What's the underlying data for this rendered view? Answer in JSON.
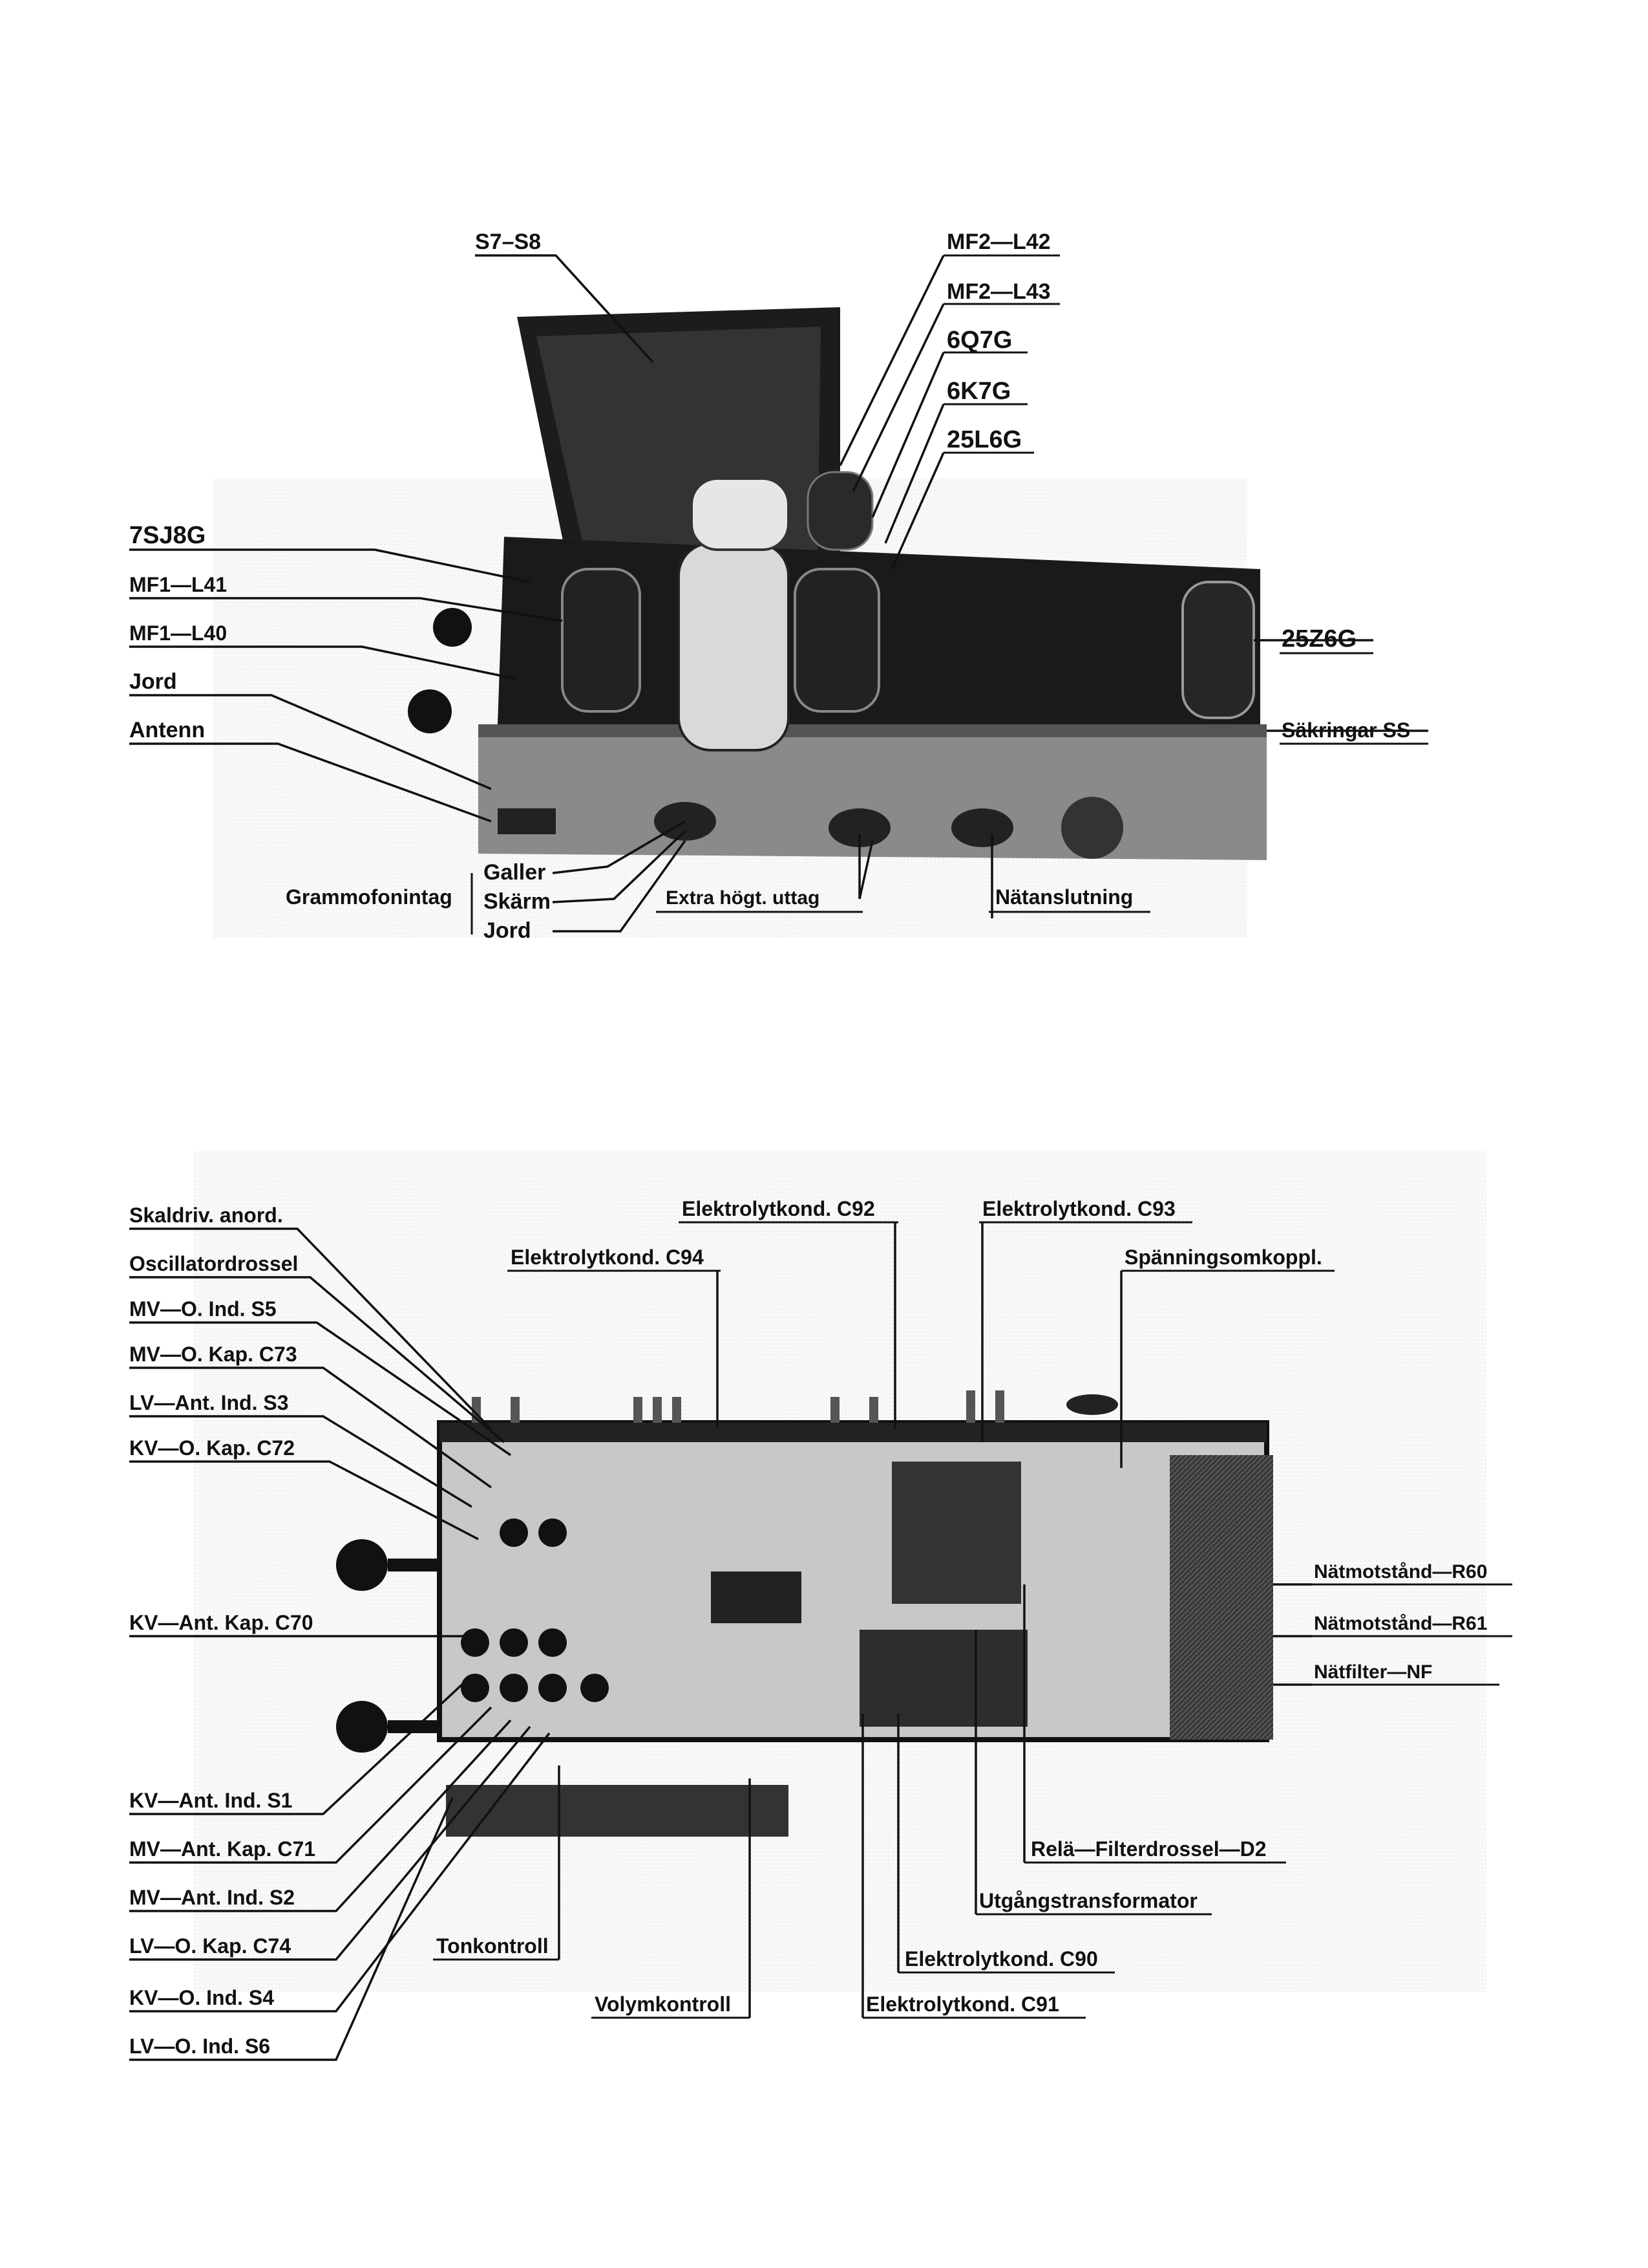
{
  "top_figure": {
    "labels_top": [
      "S7–S8",
      "MF2—L42",
      "MF2—L43",
      "6Q7G",
      "6K7G",
      "25L6G"
    ],
    "labels_left": [
      "7SJ8G",
      "MF1—L41",
      "MF1—L40",
      "Jord",
      "Antenn"
    ],
    "labels_right": [
      "25Z6G",
      "Säkringar SS"
    ],
    "grammofon": {
      "title": "Grammofonintag",
      "items": [
        "Galler",
        "Skärm",
        "Jord"
      ]
    },
    "extra": "Extra högt. uttag",
    "natanslutning": "Nätanslutning"
  },
  "bottom_figure": {
    "labels_left_top": [
      "Skaldriv. anord.",
      "Oscillatordrossel",
      "MV—O. Ind. S5",
      "MV—O. Kap. C73",
      "LV—Ant. Ind. S3",
      "KV—O. Kap. C72"
    ],
    "label_left_mid": "KV—Ant. Kap. C70",
    "labels_left_bottom": [
      "KV—Ant. Ind. S1",
      "MV—Ant. Kap. C71",
      "MV—Ant. Ind. S2",
      "LV—O. Kap. C74",
      "KV—O. Ind. S4",
      "LV—O. Ind. S6"
    ],
    "labels_top": [
      "Elektrolytkond. C92",
      "Elektrolytkond. C93",
      "Elektrolytkond. C94",
      "Spänningsomkoppl."
    ],
    "labels_right": [
      "Nätmotstånd—R60",
      "Nätmotstånd—R61",
      "Nätfilter—NF"
    ],
    "labels_bottom": [
      "Relä—Filterdrossel—D2",
      "Utgångstransformator",
      "Elektrolytkond. C90",
      "Elektrolytkond. C91",
      "Tonkontroll",
      "Volymkontroll"
    ]
  }
}
